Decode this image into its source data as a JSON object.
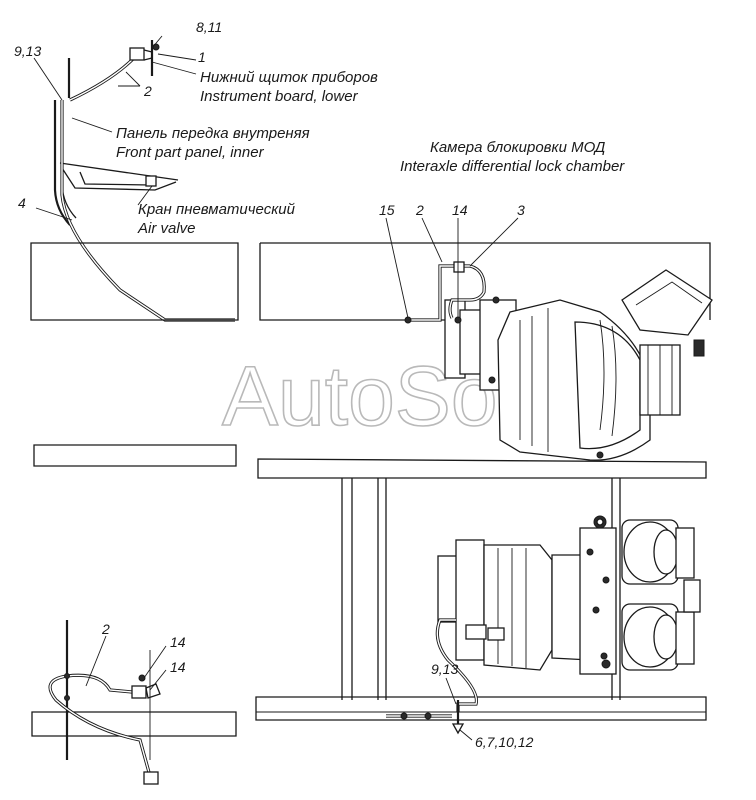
{
  "labels": {
    "pos_8_11": "8,11",
    "pos_9_13_top": "9,13",
    "pos_1": "1",
    "pos_2_top": "2",
    "instrument_ru": "Нижний щиток приборов",
    "instrument_en": "Instrument board, lower",
    "panel_ru": "Панель передка внутреняя",
    "panel_en": "Front part panel, inner",
    "pos_4": "4",
    "valve_ru": "Кран пневматический",
    "valve_en": "Air valve",
    "chamber_ru": "Камера блокировки МОД",
    "chamber_en": "Interaxle differential lock chamber",
    "pos_15": "15",
    "pos_2_mid": "2",
    "pos_14_mid": "14",
    "pos_3": "3",
    "pos_2_bottom": "2",
    "pos_14_bottom_a": "14",
    "pos_14_bottom_b": "14",
    "pos_9_13_bottom": "9,13",
    "pos_6_7_10_12": "6,7,10,12"
  },
  "watermark": "AutoSoft"
}
